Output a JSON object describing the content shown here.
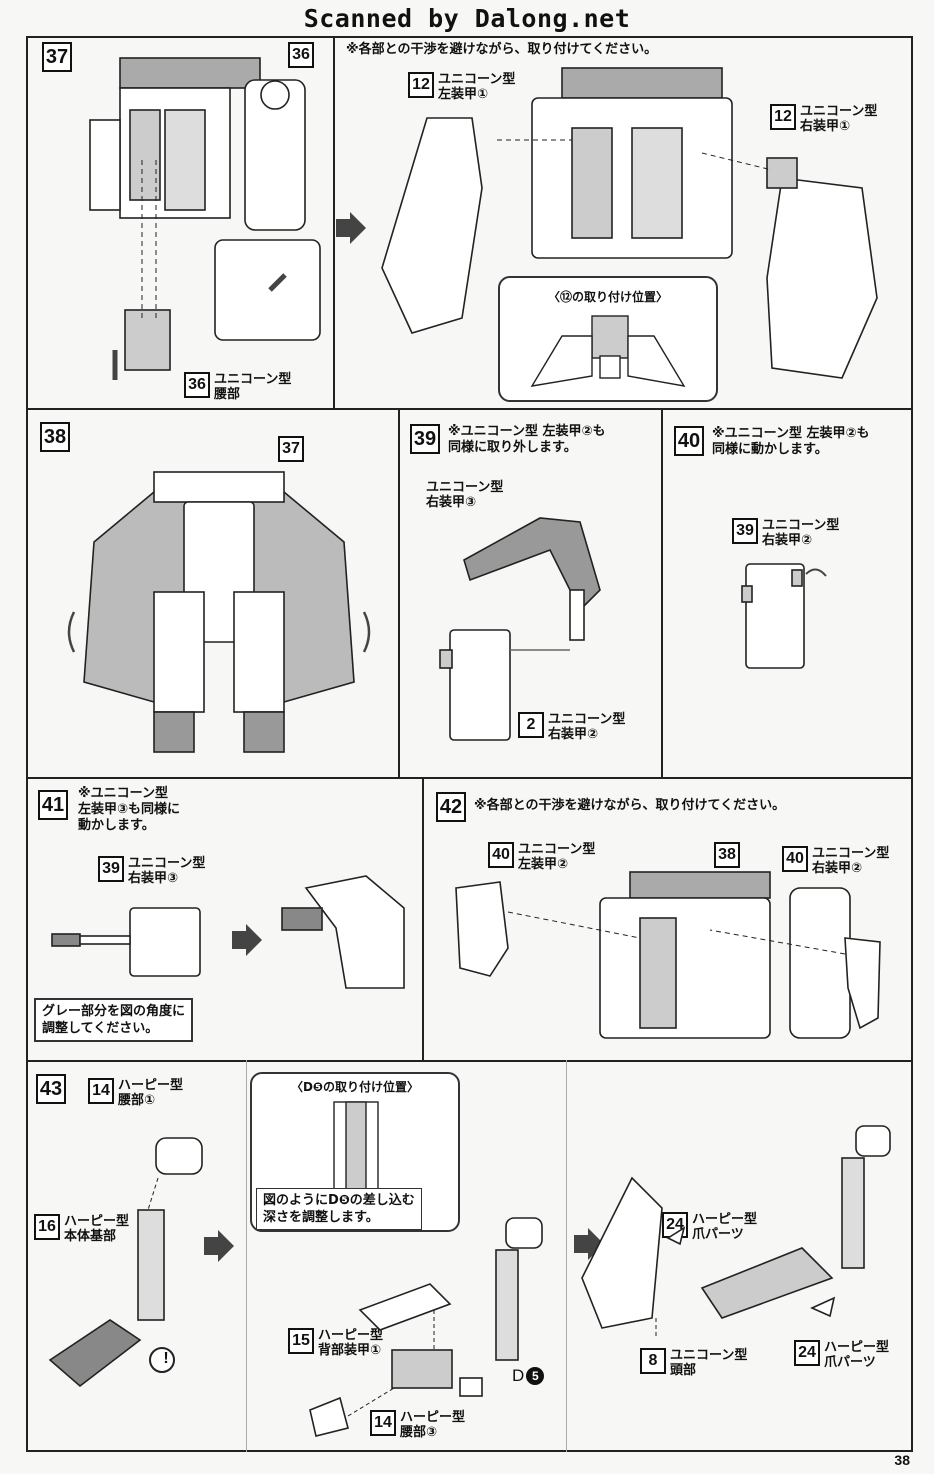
{
  "watermark": "Scanned by Dalong.net",
  "page_number": "38",
  "steps": {
    "s37": {
      "number": "37",
      "note": "※各部との干渉を避けながら、取り付けてください。",
      "parts": [
        {
          "num": "36",
          "name": ""
        },
        {
          "num": "36",
          "name": "ユニコーン型\n腰部"
        },
        {
          "num": "12",
          "name": "ユニコーン型\n左装甲①"
        },
        {
          "num": "12",
          "name": "ユニコーン型\n右装甲①"
        }
      ],
      "callout": "〈⑫の取り付け位置〉"
    },
    "s38": {
      "number": "38",
      "parts": [
        {
          "num": "37"
        }
      ]
    },
    "s39": {
      "number": "39",
      "note": "※ユニコーン型 左装甲②も\n同様に取り外します。",
      "parts": [
        {
          "num": "",
          "name": "ユニコーン型\n右装甲③"
        },
        {
          "num": "2",
          "name": "ユニコーン型\n右装甲②"
        }
      ]
    },
    "s40": {
      "number": "40",
      "note": "※ユニコーン型 左装甲②も\n同様に動かします。",
      "parts": [
        {
          "num": "39",
          "name": "ユニコーン型\n右装甲②"
        }
      ]
    },
    "s41": {
      "number": "41",
      "note": "※ユニコーン型\n左装甲③も同様に\n動かします。",
      "parts": [
        {
          "num": "39",
          "name": "ユニコーン型\n右装甲③"
        }
      ],
      "label": "グレー部分を図の角度に\n調整してください。"
    },
    "s42": {
      "number": "42",
      "note": "※各部との干渉を避けながら、取り付けてください。",
      "parts": [
        {
          "num": "40",
          "name": "ユニコーン型\n左装甲②"
        },
        {
          "num": "38",
          "name": ""
        },
        {
          "num": "40",
          "name": "ユニコーン型\n右装甲②"
        }
      ]
    },
    "s43": {
      "number": "43",
      "parts": [
        {
          "num": "14",
          "name": "ハーピー型\n腰部①"
        },
        {
          "num": "16",
          "name": "ハーピー型\n本体基部"
        },
        {
          "num": "15",
          "name": "ハーピー型\n背部装甲①"
        },
        {
          "num": "14",
          "name": "ハーピー型\n腰部③"
        },
        {
          "num": "24",
          "name": "ハーピー型\n爪パーツ"
        },
        {
          "num": "8",
          "name": "ユニコーン型\n頭部"
        },
        {
          "num": "24",
          "name": "ハーピー型\n爪パーツ"
        }
      ],
      "callout": "〈D❺の取り付け位置〉",
      "callout_text": "図のようにD❺の差し込む\n深さを調整します。",
      "d_label": "D",
      "d_num": "5",
      "warning": "!"
    }
  }
}
